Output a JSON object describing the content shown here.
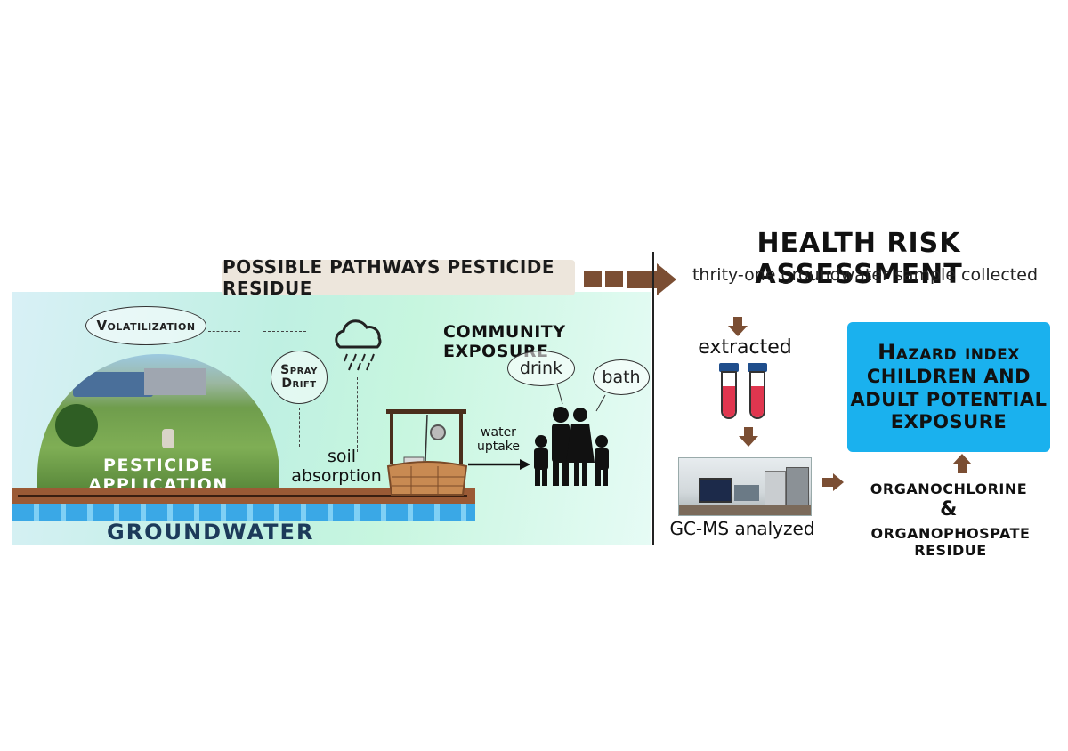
{
  "left": {
    "banner": "POSSIBLE PATHWAYS PESTICIDE RESIDUE",
    "volatilization": "Volatilization",
    "spray_drift_1": "Spray",
    "spray_drift_2": "Drift",
    "soil_1": "soil",
    "soil_2": "absorption",
    "pesticide_application": "PESTICIDE APPLICATION",
    "groundwater": "GROUNDWATER",
    "community_exposure": "COMMUNITY EXPOSURE",
    "drink": "drink",
    "bath": "bath",
    "water_1": "water",
    "water_2": "uptake"
  },
  "right": {
    "title": "HEALTH RISK ASSESSMENT",
    "subtitle": "thrity-one groundwater sample collected",
    "extracted": "extracted",
    "gcms": "GC-MS analyzed",
    "hazard_1": "Hazard index",
    "hazard_2": "CHILDREN AND",
    "hazard_3": "ADULT POTENTIAL",
    "hazard_4": "EXPOSURE",
    "residue_1": "ORGANOCHLORINE",
    "residue_amp": "&",
    "residue_2": "ORGANOPHOSPATE RESIDUE"
  },
  "colors": {
    "arrow": "#7b4e33",
    "hazard_box": "#1ab1ee",
    "tube_fill": "#e0364f",
    "tube_cap": "#1f4e8c",
    "water": "#3aa8e6",
    "soil": "#9b5a35"
  }
}
